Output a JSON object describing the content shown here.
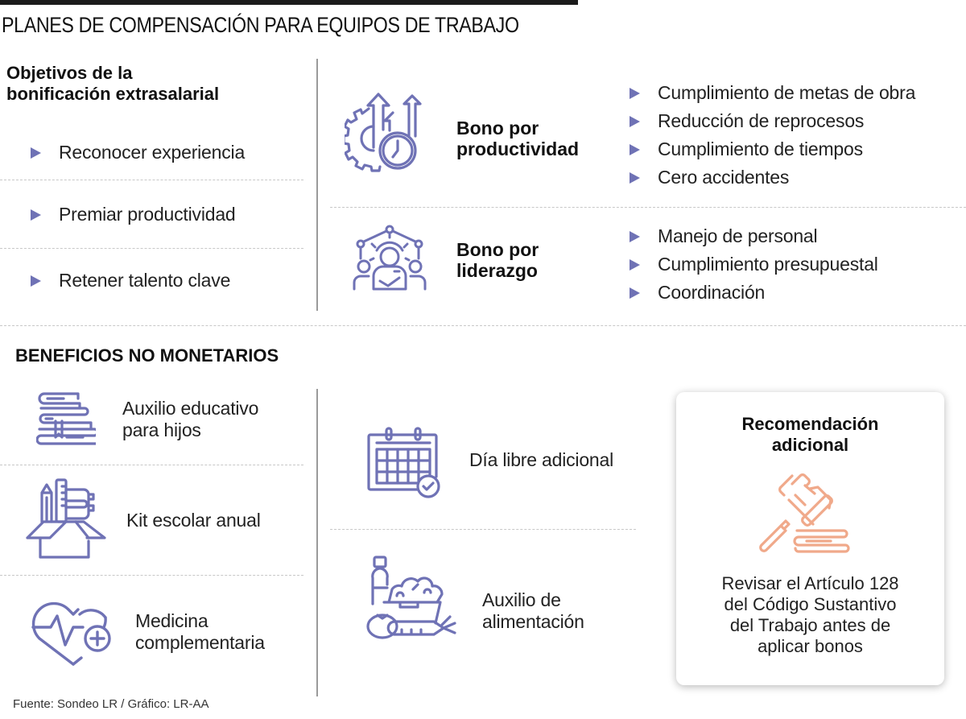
{
  "title": "PLANES DE COMPENSACIÓN PARA EQUIPOS DE TRABAJO",
  "objectives": {
    "heading_line1": "Objetivos de la",
    "heading_line2": "bonificación extrasalarial",
    "items": [
      "Reconocer experiencia",
      "Premiar productividad",
      "Retener talento clave"
    ]
  },
  "bonuses": [
    {
      "title_line1": "Bono por",
      "title_line2": "productividad",
      "icon": "gear-clock-growth-icon",
      "items": [
        "Cumplimiento de metas de obra",
        "Reducción de reprocesos",
        "Cumplimiento de tiempos",
        "Cero accidentes"
      ]
    },
    {
      "title_line1": "Bono por",
      "title_line2": "liderazgo",
      "icon": "team-leader-icon",
      "items": [
        "Manejo de personal",
        "Cumplimiento presupuestal",
        "Coordinación"
      ]
    }
  ],
  "non_monetary": {
    "heading": "BENEFICIOS NO MONETARIOS",
    "items": [
      {
        "line1": "Auxilio educativo",
        "line2": "para hijos",
        "icon": "books-icon"
      },
      {
        "line1": "Kit escolar anual",
        "line2": "",
        "icon": "school-kit-icon"
      },
      {
        "line1": "Medicina",
        "line2": "complementaria",
        "icon": "heart-health-icon"
      },
      {
        "line1": "Día libre adicional",
        "line2": "",
        "icon": "calendar-check-icon"
      },
      {
        "line1": "Auxilio de",
        "line2": "alimentación",
        "icon": "groceries-icon"
      }
    ]
  },
  "recommendation": {
    "title_line1": "Recomendación",
    "title_line2": "adicional",
    "icon": "gavel-icon",
    "text_lines": [
      "Revisar el Artículo 128",
      "del Código Sustantivo",
      "del Trabajo antes de",
      "aplicar bonos"
    ]
  },
  "footer": {
    "source": "Fuente: Sondeo LR / Gráfico: LR-AA"
  },
  "colors": {
    "accent_purple": "#6f72b5",
    "accent_peach": "#f0a98a",
    "text": "#111111",
    "divider": "#c8c8c8"
  }
}
